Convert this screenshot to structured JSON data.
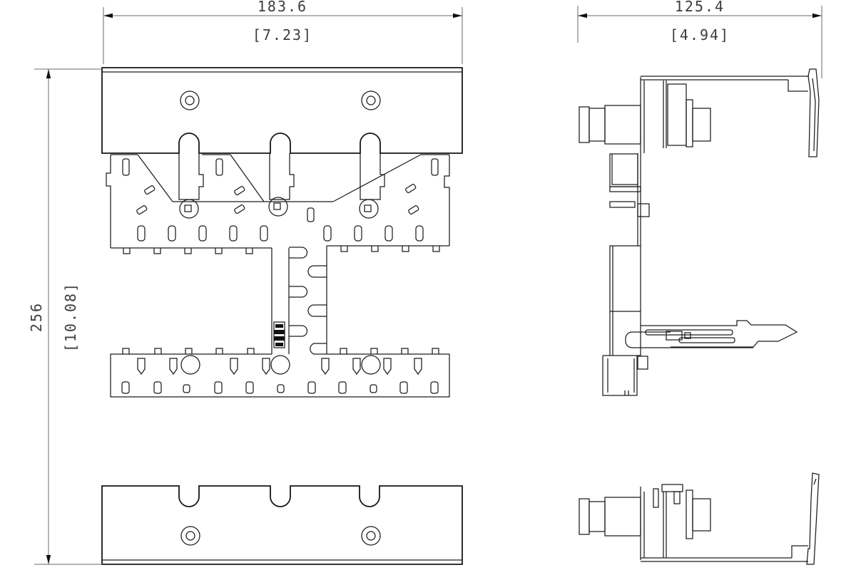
{
  "dimensions": {
    "width": {
      "mm": "183.6",
      "inch": "[7.23]"
    },
    "depth": {
      "mm": "125.4",
      "inch": "[4.94]"
    },
    "height": {
      "mm": "256",
      "inch": "[10.08]"
    }
  },
  "colors": {
    "background": "#ffffff",
    "line": "#1c1c1c",
    "dimension_line": "#6a6a6a",
    "text": "#3d3d3d"
  }
}
